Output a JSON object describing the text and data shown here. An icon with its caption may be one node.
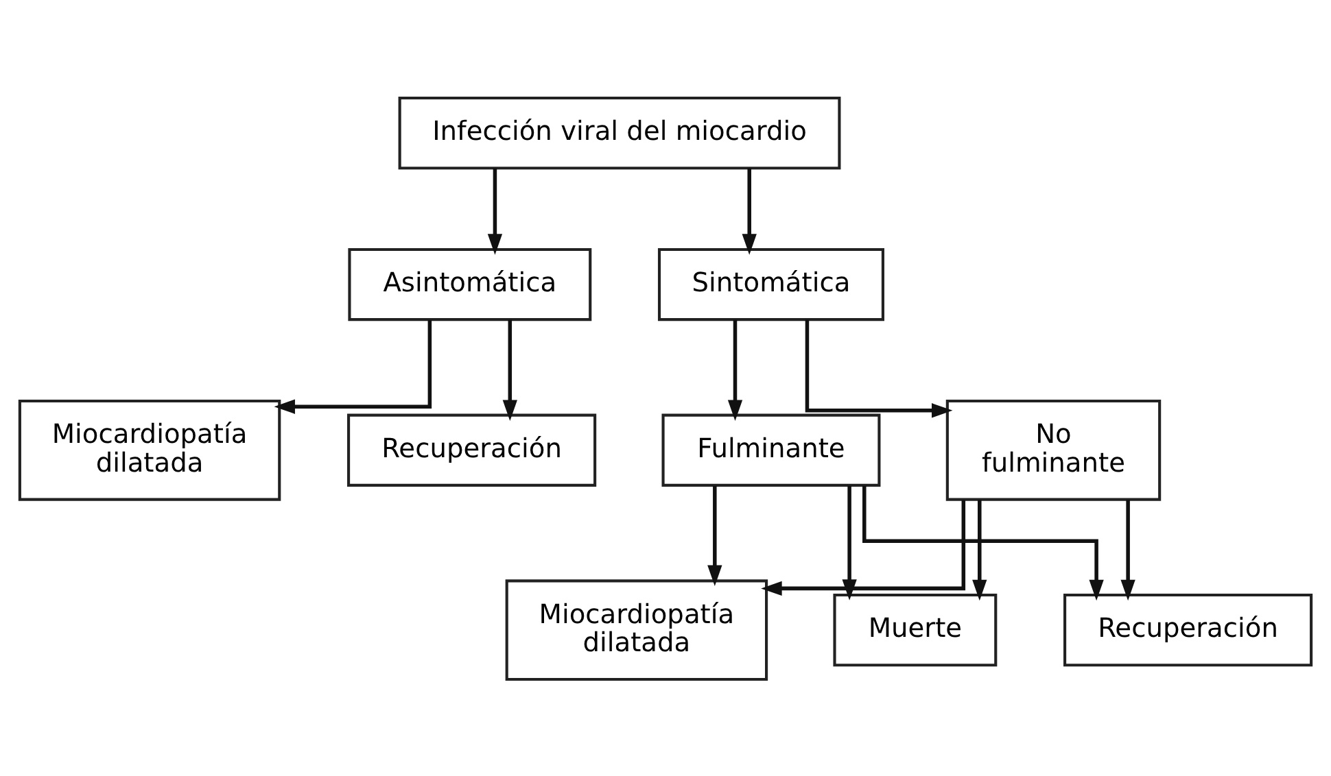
{
  "diagram": {
    "nodes": [
      {
        "text": [
          "Infección viral del miocardio"
        ]
      },
      {
        "text": [
          "Asintomática"
        ]
      },
      {
        "text": [
          "Sintomática"
        ]
      },
      {
        "text": [
          "Miocardiopatía dilatada"
        ]
      },
      {
        "text": [
          "Recuperación"
        ]
      },
      {
        "text": [
          "Fulminante"
        ]
      },
      {
        "text": [
          "No fulminante"
        ]
      },
      {
        "text": [
          "Miocardiopatía dilatada"
        ]
      },
      {
        "text": [
          "Muerte"
        ]
      },
      {
        "text": [
          "Recuperación"
        ]
      }
    ],
    "edges": [
      {
        "from": 0,
        "to": 1,
        "arrow": "to"
      },
      {
        "from": 0,
        "to": 2,
        "arrow": "to"
      },
      {
        "from": 1,
        "to": 3,
        "arrow": "to"
      },
      {
        "from": 1,
        "to": 4,
        "arrow": "to"
      },
      {
        "from": 2,
        "to": 5,
        "arrow": "to"
      },
      {
        "from": 2,
        "to": 6,
        "arrow": "to"
      },
      {
        "from": 5,
        "to": 7,
        "arrow": "to"
      },
      {
        "from": 5,
        "to": 8,
        "arrow": "to"
      },
      {
        "from": 5,
        "to": 9,
        "arrow": "to"
      },
      {
        "from": 6,
        "to": 7,
        "arrow": "to"
      },
      {
        "from": 6,
        "to": 8,
        "arrow": "to"
      },
      {
        "from": 6,
        "to": 9,
        "arrow": "to"
      }
    ]
  }
}
